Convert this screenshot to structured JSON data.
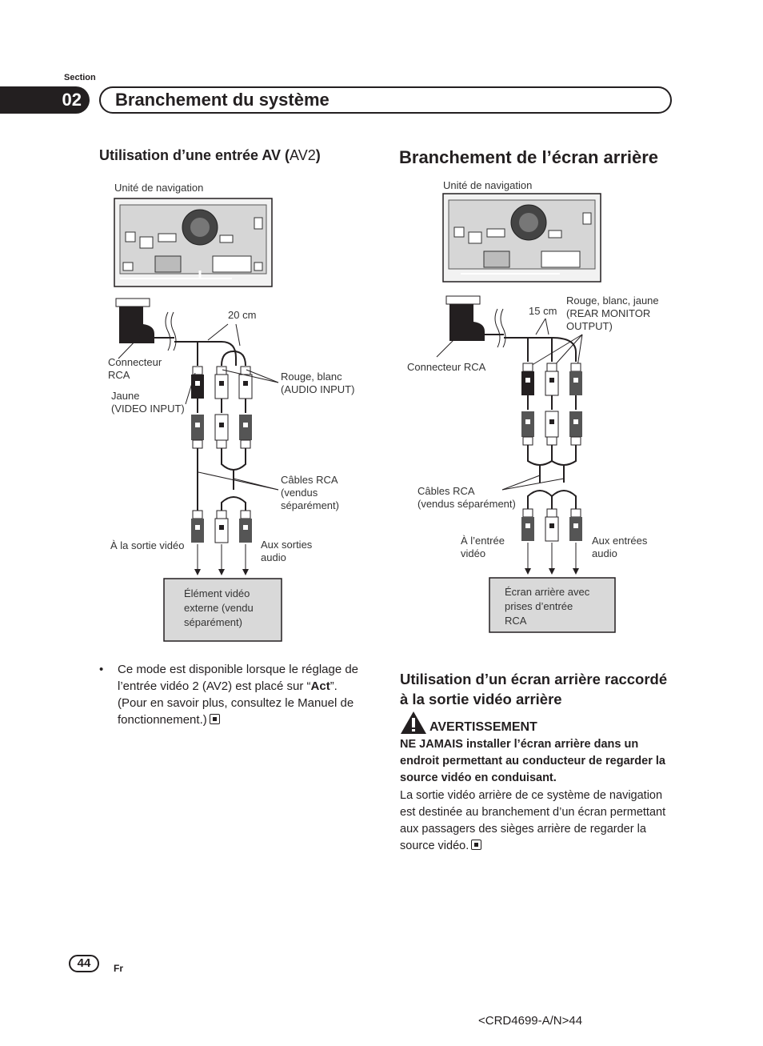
{
  "header": {
    "section_label": "Section",
    "section_number": "02",
    "section_title": "Branchement du système"
  },
  "left": {
    "heading_main": "Utilisation d’une entrée AV (",
    "heading_av": "AV2",
    "heading_close": ")",
    "diagram": {
      "unit_label": "Unité de navigation",
      "length": "20 cm",
      "connector_line1": "Connecteur",
      "connector_line2": "RCA",
      "yellow_line1": "Jaune",
      "yellow_line2": "(VIDEO INPUT)",
      "red_white_line1": "Rouge, blanc",
      "red_white_line2": "(AUDIO INPUT)",
      "cables_line1": "Câbles RCA",
      "cables_line2": "(vendus",
      "cables_line3": "séparément)",
      "video_out": "À la sortie vidéo",
      "audio_out_line1": "Aux sorties",
      "audio_out_line2": "audio",
      "box_line1": "Élément vidéo",
      "box_line2": "externe (vendu",
      "box_line3": "séparément)"
    },
    "bullet_before": "Ce mode est disponible lorsque le réglage de l’entrée vidéo 2 (AV2) est placé sur “",
    "bullet_bold": "Act",
    "bullet_after": "”. (Pour en savoir plus, consultez le Manuel de fonctionnement.)"
  },
  "right": {
    "heading": "Branchement de l’écran arrière",
    "diagram": {
      "unit_label": "Unité de navigation",
      "length": "15 cm",
      "rwy_line1": "Rouge, blanc, jaune",
      "rwy_line2": "(REAR MONITOR",
      "rwy_line3": "OUTPUT)",
      "connector": "Connecteur RCA",
      "cables_line1": "Câbles RCA",
      "cables_line2": "(vendus séparément)",
      "video_in_line1": "À l’entrée",
      "video_in_line2": "vidéo",
      "audio_in_line1": "Aux entrées",
      "audio_in_line2": "audio",
      "box_line1": "Écran arrière avec",
      "box_line2": "prises d’entrée",
      "box_line3": "RCA"
    },
    "subheading": "Utilisation d’un écran arrière raccordé à la sortie vidéo arrière",
    "warning_title": "AVERTISSEMENT",
    "warning_bold_lead": "NE JAMAIS",
    "warning_bold_rest": " installer l’écran arrière dans un endroit permettant au conducteur de regarder la source vidéo en conduisant.",
    "warning_body": "La sortie vidéo arrière de ce système de navigation est destinée au branchement d’un écran permettant aux passagers des sièges arrière de regarder la source vidéo."
  },
  "footer": {
    "page_number": "44",
    "language": "Fr",
    "code": "<CRD4699-A/N>44"
  }
}
